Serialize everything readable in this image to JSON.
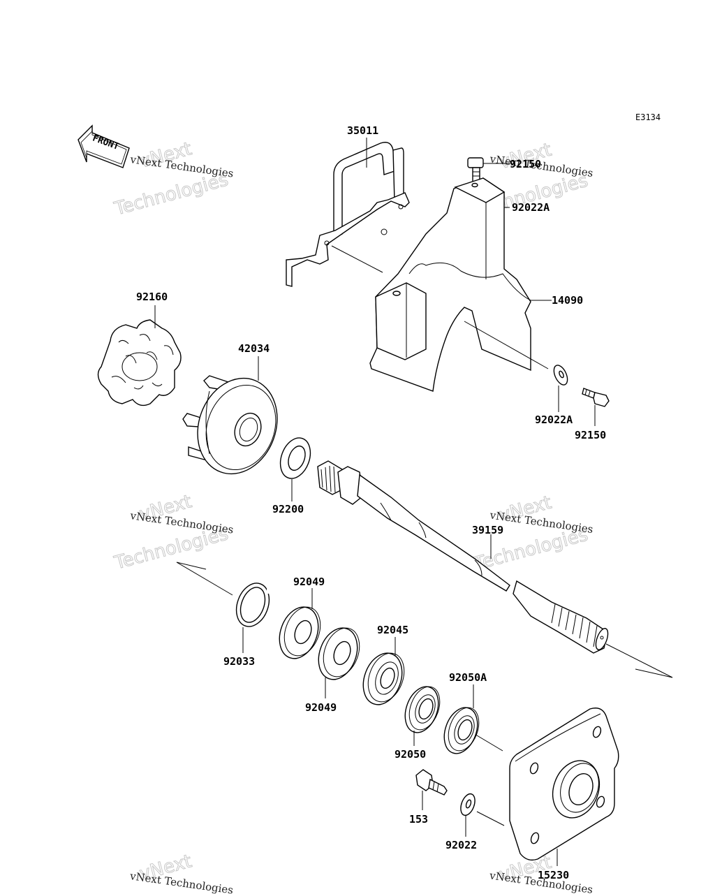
{
  "diagram_code": "E3134",
  "front_label": "FRONT",
  "watermark": {
    "line1": "vNext Technologies",
    "line2": "vNext",
    "line3": "Technologies"
  },
  "parts": [
    {
      "id": "p35011",
      "label": "35011"
    },
    {
      "id": "p92150a",
      "label": "92150"
    },
    {
      "id": "p92022A_a",
      "label": "92022A"
    },
    {
      "id": "p14090",
      "label": "14090"
    },
    {
      "id": "p92160",
      "label": "92160"
    },
    {
      "id": "p42034",
      "label": "42034"
    },
    {
      "id": "p92022A_b",
      "label": "92022A"
    },
    {
      "id": "p92150b",
      "label": "92150"
    },
    {
      "id": "p92200",
      "label": "92200"
    },
    {
      "id": "p39159",
      "label": "39159"
    },
    {
      "id": "p92049a",
      "label": "92049"
    },
    {
      "id": "p92033",
      "label": "92033"
    },
    {
      "id": "p92045",
      "label": "92045"
    },
    {
      "id": "p92049b",
      "label": "92049"
    },
    {
      "id": "p92050A",
      "label": "92050A"
    },
    {
      "id": "p92050",
      "label": "92050"
    },
    {
      "id": "p153",
      "label": "153"
    },
    {
      "id": "p92022",
      "label": "92022"
    },
    {
      "id": "p15230",
      "label": "15230"
    }
  ]
}
